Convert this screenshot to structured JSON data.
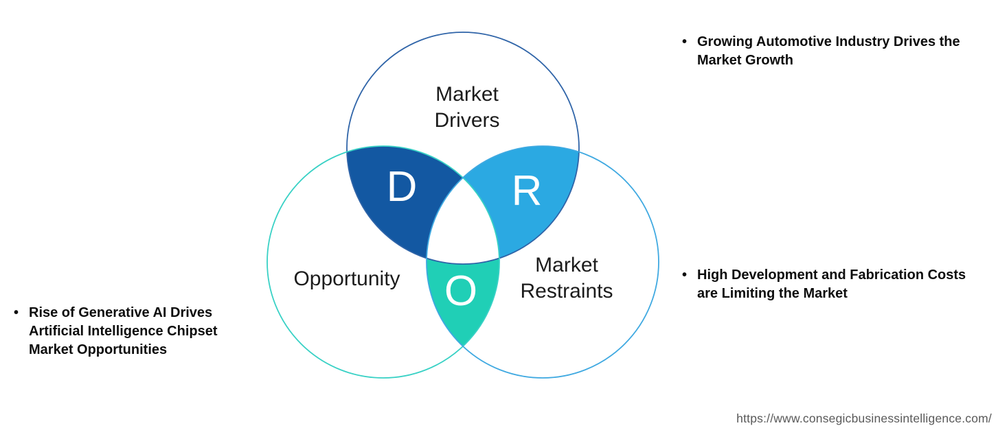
{
  "venn": {
    "drivers": {
      "label_line1": "Market",
      "label_line2": "Drivers",
      "letter": "D",
      "fill": "#1358A2",
      "stroke": "#2F64A8"
    },
    "restraints": {
      "label_line1": "Market",
      "label_line2": "Restraints",
      "letter": "R",
      "fill": "#2BA9E2",
      "stroke": "#3FA9E1"
    },
    "opportunity": {
      "label": "Opportunity",
      "letter": "O",
      "fill": "#20CFB6",
      "stroke": "#38D1C5"
    },
    "center_fill": "#ffffff"
  },
  "bullets": {
    "right_top": {
      "marker": "•",
      "text": "Growing Automotive Industry Drives the Market Growth"
    },
    "right_bottom": {
      "marker": "•",
      "text": "High Development and Fabrication Costs are Limiting the Market"
    },
    "left": {
      "marker": "•",
      "text": "Rise of Generative AI Drives Artificial Intelligence Chipset Market Opportunities"
    }
  },
  "footer": {
    "url": "https://www.consegicbusinessintelligence.com/"
  }
}
